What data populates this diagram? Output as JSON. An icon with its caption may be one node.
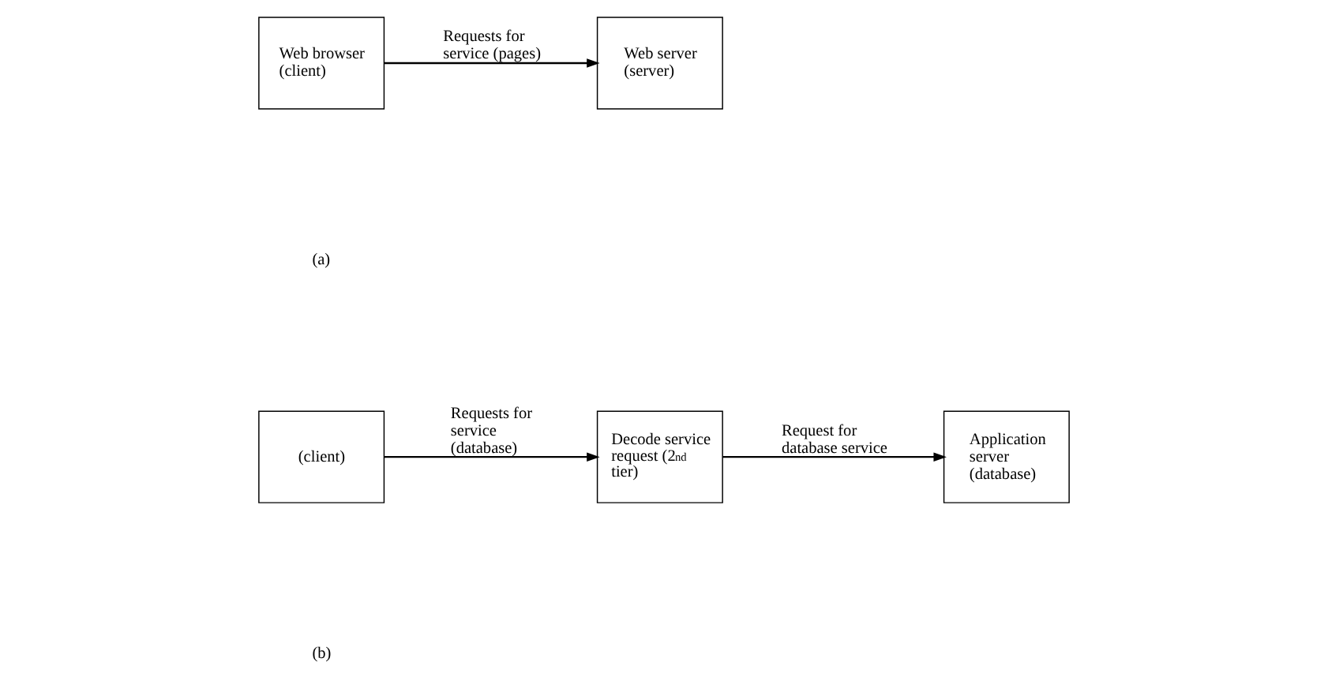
{
  "diagram": {
    "nodes": [
      {
        "text": [
          "Web browser (client)"
        ]
      },
      {
        "text": [
          "Web server (server)"
        ]
      },
      {
        "text": [
          "(client)"
        ]
      },
      {
        "text": [
          "Decode service request (2$^{nd}$ tier)"
        ]
      },
      {
        "text": [
          "Application server (database)"
        ]
      }
    ],
    "edges": [
      {
        "from": 0,
        "to": 1,
        "arrow": "to",
        "label": "Requests for service (pages)"
      },
      {
        "from": 2,
        "to": 3,
        "arrow": "to",
        "label": "Requests for service (database)"
      },
      {
        "from": 3,
        "to": 4,
        "arrow": "to",
        "label": "Request for database service"
      }
    ],
    "labels": [
      "(a)",
      "(b)"
    ]
  }
}
